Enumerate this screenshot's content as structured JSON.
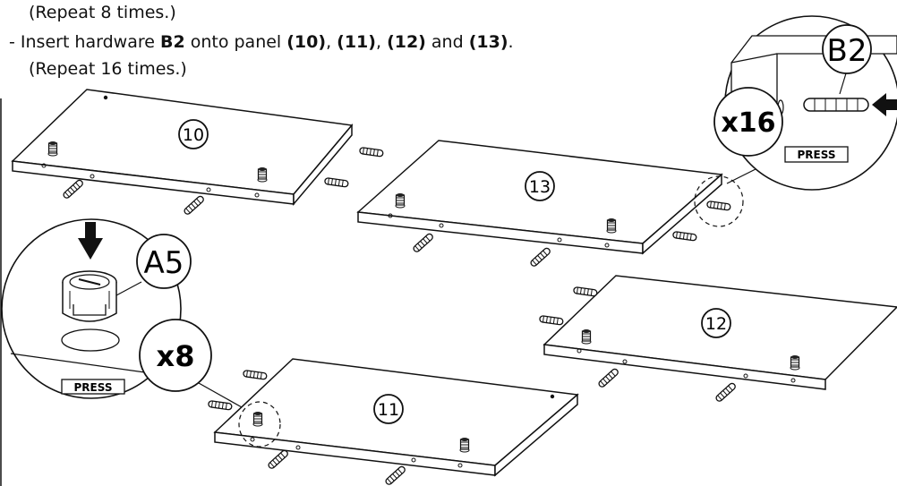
{
  "instructions": {
    "line1": "(Repeat 8 times.)",
    "line2_prefix": "- Insert hardware ",
    "line2_part": "B2",
    "line2_mid": " onto panel ",
    "line2_p10": "(10)",
    "line2_sep1": ", ",
    "line2_p11": "(11)",
    "line2_sep2": ", ",
    "line2_p12": "(12)",
    "line2_and": " and ",
    "line2_p13": "(13)",
    "line2_end": ".",
    "line3": "(Repeat 16 times.)"
  },
  "panels": {
    "p10": "10",
    "p11": "11",
    "p12": "12",
    "p13": "13"
  },
  "callout_a5": {
    "part": "A5",
    "quantity": "x8",
    "action": "PRESS"
  },
  "callout_b2": {
    "part": "B2",
    "quantity": "x16",
    "action": "PRESS"
  }
}
